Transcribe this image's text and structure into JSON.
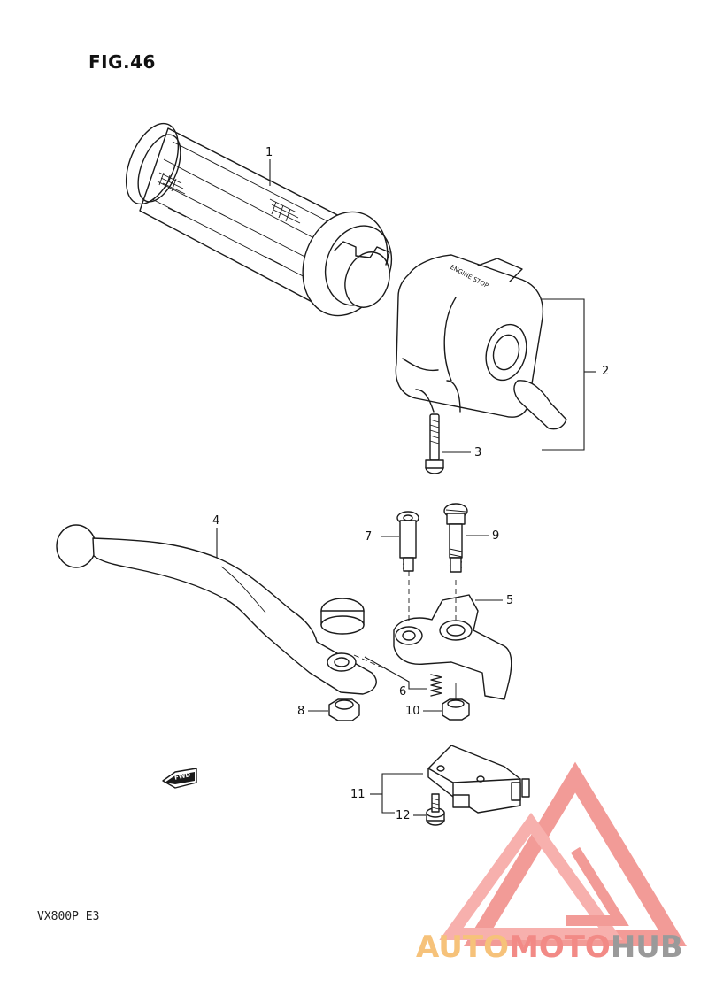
{
  "figure": {
    "title": "FIG.46",
    "model_code": "VX800P  E3"
  },
  "callouts": [
    {
      "number": "1"
    },
    {
      "number": "2"
    },
    {
      "number": "3"
    },
    {
      "number": "4"
    },
    {
      "number": "5"
    },
    {
      "number": "6"
    },
    {
      "number": "7"
    },
    {
      "number": "8"
    },
    {
      "number": "9"
    },
    {
      "number": "10"
    },
    {
      "number": "11"
    },
    {
      "number": "12"
    }
  ],
  "part_labels": {
    "switch_housing_text": "ENGINE STOP",
    "direction_arrow_text": "FWD"
  },
  "watermark": {
    "part1": "AUTO",
    "part2": "MOTO",
    "part3": "HUB",
    "colors": {
      "part1": "#f6c27a",
      "part2": "#f28a86",
      "part3": "#9a9a9a",
      "logo": "#f08a86"
    }
  }
}
